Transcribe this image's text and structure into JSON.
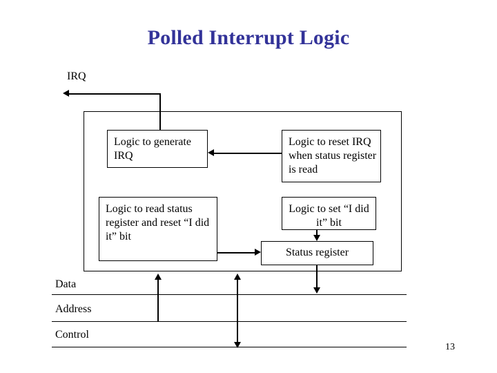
{
  "slide": {
    "title": "Polled Interrupt Logic",
    "title_color": "#333399",
    "page_number": "13",
    "background": "#ffffff",
    "line_color": "#000000"
  },
  "signals": {
    "irq_label": "IRQ"
  },
  "boxes": {
    "generate_irq": "Logic to generate IRQ",
    "reset_irq": "Logic to reset IRQ when status register is read",
    "read_status": "Logic to read status register and reset “I did it” bit",
    "set_did_it": "Logic to set “I did it” bit",
    "status_register": "Status register"
  },
  "bus": {
    "data": "Data",
    "address": "Address",
    "control": "Control"
  }
}
